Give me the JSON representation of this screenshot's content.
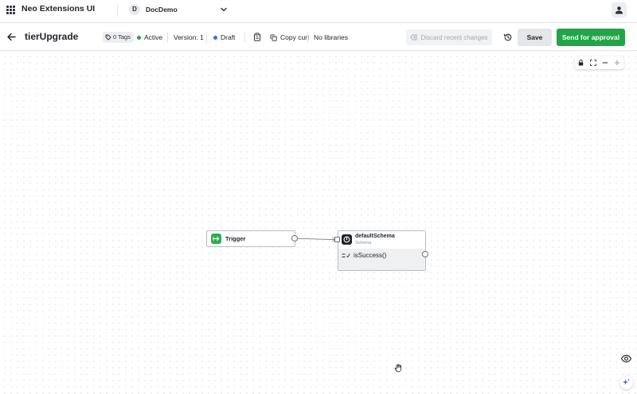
{
  "app": {
    "title": "Neo Extensions UI",
    "org_initial": "D",
    "org_name": "DocDemo"
  },
  "toolbar": {
    "flow_name": "tierUpgrade",
    "tags_label": "0 Tags",
    "status_label": "Active",
    "status_color": "#22a547",
    "version_label": "Version: 1",
    "state_label": "Draft",
    "state_color": "#3b6fd4",
    "copy_curl_label": "Copy curl",
    "libraries_label": "No libraries",
    "discard_label": "Discard recent changes",
    "save_label": "Save",
    "approve_label": "Send for approval"
  },
  "canvas": {
    "nodes": {
      "trigger": {
        "label": "Trigger"
      },
      "schema": {
        "name": "defaultSchema",
        "type": "Schema",
        "method": "isSuccess()"
      }
    }
  },
  "icons": {
    "apps": "grid-icon",
    "chevron": "chevron-down-icon",
    "user": "user-icon",
    "back": "arrow-left-icon",
    "tag": "tag-icon",
    "clipboard": "clipboard-icon",
    "copy": "copy-icon",
    "discard": "discard-icon",
    "history": "history-icon",
    "lock": "lock-icon",
    "fit": "fit-view-icon",
    "zoom_out": "minus-icon",
    "zoom_in": "plus-icon",
    "eye": "eye-icon",
    "sparkle": "sparkle-icon",
    "hand": "hand-cursor-icon"
  },
  "colors": {
    "accent": "#22a547",
    "trigger_icon": "#2cad4f"
  }
}
